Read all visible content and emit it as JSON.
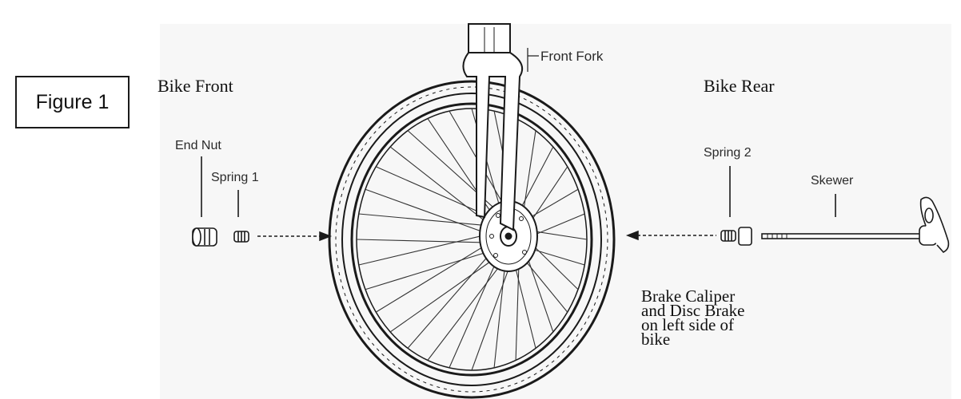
{
  "figure_label": "Figure 1",
  "section_labels": {
    "front": "Bike Front",
    "rear": "Bike Rear"
  },
  "part_labels": {
    "front_fork": "Front Fork",
    "end_nut": "End Nut",
    "spring_1": "Spring 1",
    "spring_2": "Spring 2",
    "skewer": "Skewer"
  },
  "note_lines": [
    "Brake Caliper",
    "and Disc Brake",
    "on left side of",
    "bike"
  ]
}
